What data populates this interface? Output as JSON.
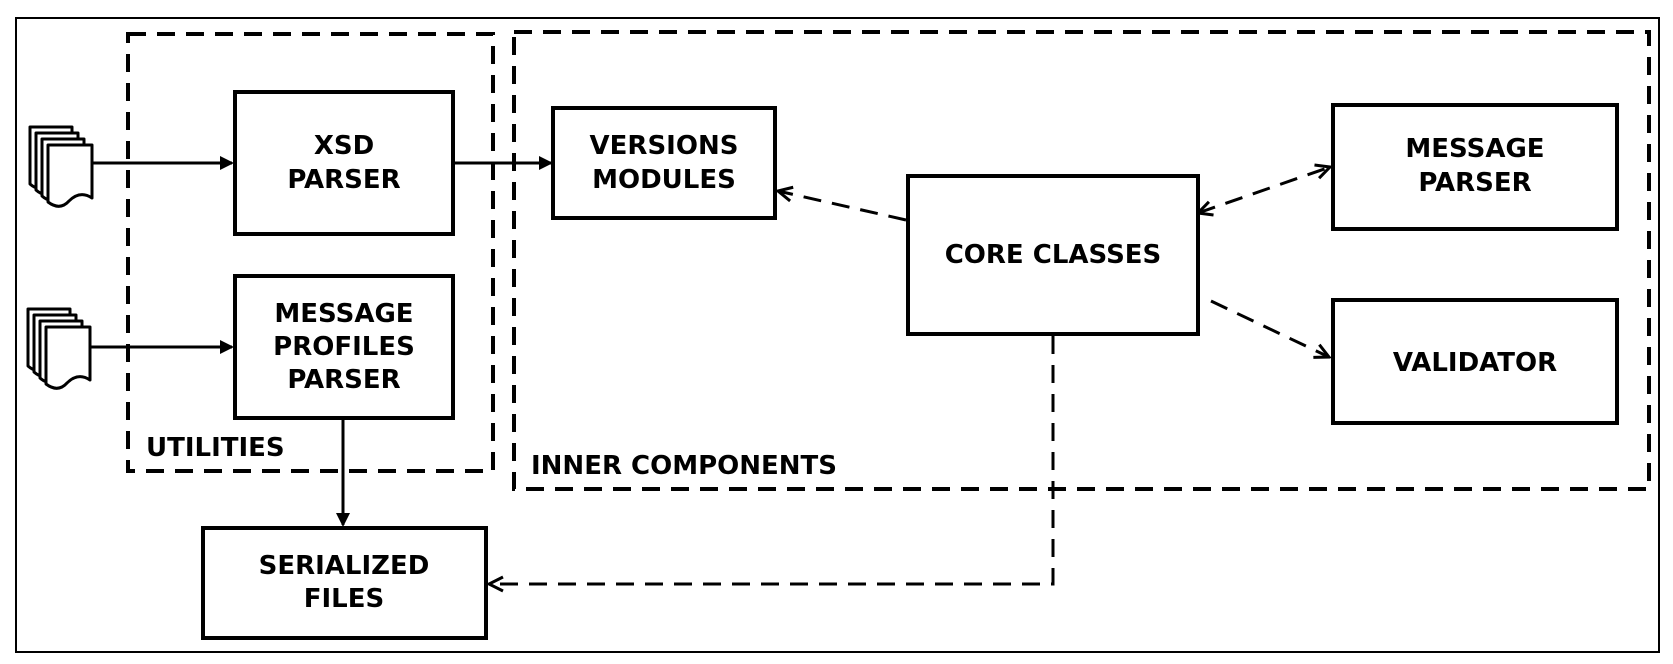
{
  "groups": {
    "utilities": "UTILITIES",
    "inner_components": "INNER COMPONENTS"
  },
  "nodes": {
    "xsd_parser": [
      "XSD",
      "PARSER"
    ],
    "message_profiles_parser": [
      "MESSAGE",
      "PROFILES",
      "PARSER"
    ],
    "serialized_files": [
      "SERIALIZED",
      "FILES"
    ],
    "versions_modules": [
      "VERSIONS",
      "MODULES"
    ],
    "core_classes": [
      "CORE CLASSES"
    ],
    "message_parser": [
      "MESSAGE",
      "PARSER"
    ],
    "validator": [
      "VALIDATOR"
    ]
  },
  "icons": {
    "input_documents_top": "document-stack-icon",
    "input_documents_bottom": "document-stack-icon"
  }
}
